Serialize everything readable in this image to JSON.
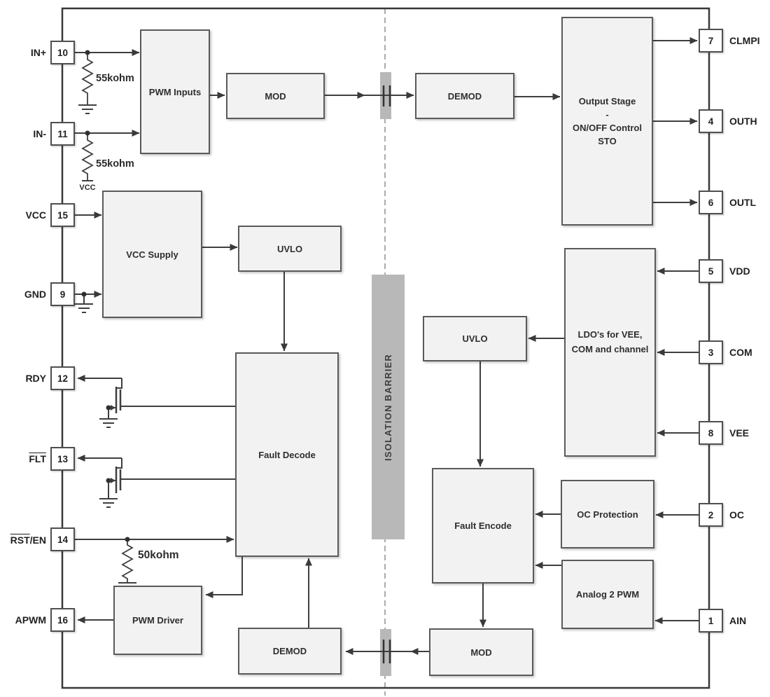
{
  "isolation_barrier": {
    "label": "ISOLATION BARRIER"
  },
  "blocks": {
    "pwm_inputs": {
      "label": "PWM Inputs"
    },
    "mod_top": {
      "label": "MOD"
    },
    "demod_top": {
      "label": "DEMOD"
    },
    "output_stage": {
      "line1": "Output Stage",
      "line2": "-",
      "line3": "ON/OFF Control",
      "line4": "STO"
    },
    "vcc_supply": {
      "label": "VCC Supply"
    },
    "uvlo_left": {
      "label": "UVLO"
    },
    "fault_decode": {
      "label": "Fault Decode"
    },
    "uvlo_right": {
      "label": "UVLO"
    },
    "ldo": {
      "line1": "LDO's for VEE,",
      "line2": "COM and channel"
    },
    "fault_encode": {
      "label": "Fault Encode"
    },
    "oc_protection": {
      "label": "OC Protection"
    },
    "analog_2_pwm": {
      "label": "Analog 2 PWM"
    },
    "pwm_driver": {
      "label": "PWM Driver"
    },
    "demod_bottom": {
      "label": "DEMOD"
    },
    "mod_bottom": {
      "label": "MOD"
    }
  },
  "pins_left": [
    {
      "number": "10",
      "label": "IN+"
    },
    {
      "number": "11",
      "label": "IN-"
    },
    {
      "number": "15",
      "label": "VCC"
    },
    {
      "number": "9",
      "label": "GND"
    },
    {
      "number": "12",
      "label": "RDY"
    },
    {
      "number": "13",
      "label_overline": "FLT",
      "label_plain": ""
    },
    {
      "number": "14",
      "label_overline": "RST",
      "label_plain": "/EN"
    },
    {
      "number": "16",
      "label": "APWM"
    }
  ],
  "pins_right": [
    {
      "number": "7",
      "label": "CLMPI"
    },
    {
      "number": "4",
      "label": "OUTH"
    },
    {
      "number": "6",
      "label": "OUTL"
    },
    {
      "number": "5",
      "label": "VDD"
    },
    {
      "number": "3",
      "label": "COM"
    },
    {
      "number": "8",
      "label": "VEE"
    },
    {
      "number": "2",
      "label": "OC"
    },
    {
      "number": "1",
      "label": "AIN"
    }
  ],
  "annotations": {
    "resistor_in_plus": "55kohm",
    "resistor_in_minus": "55kohm",
    "resistor_rst": "50kohm",
    "vcc_net": "VCC"
  },
  "colors": {
    "block_fill": "#f2f2f2",
    "block_border": "#5a5a5a",
    "line": "#3f3f3f",
    "barrier_fill": "#b8b8b8",
    "dashed_line": "#ababab"
  }
}
